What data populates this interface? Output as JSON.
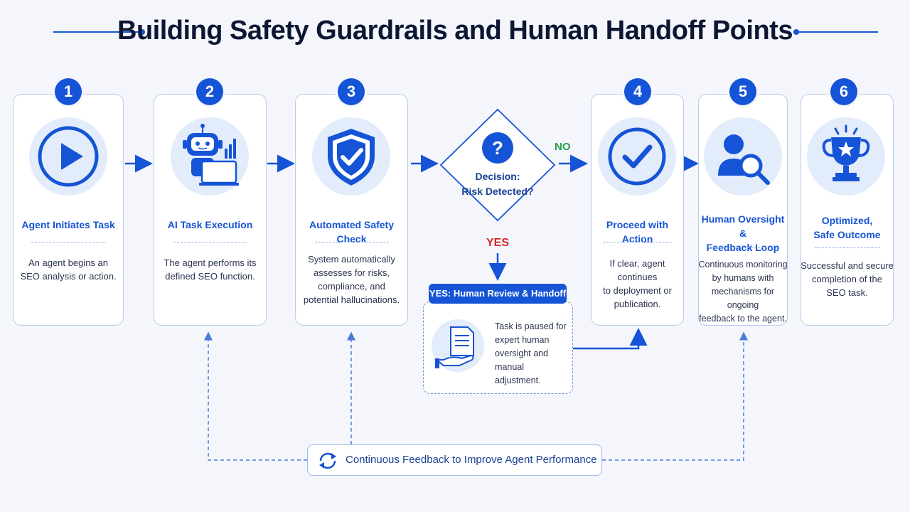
{
  "title": "Building Safety Guardrails and Human Handoff Points",
  "steps": [
    {
      "number": "1",
      "title": "Agent Initiates Task",
      "description": [
        "An agent begins an",
        "SEO analysis or action."
      ],
      "icon": "play-icon"
    },
    {
      "number": "2",
      "title": "AI Task Execution",
      "description": [
        "The agent performs its",
        "defined SEO function."
      ],
      "icon": "robot-laptop-icon"
    },
    {
      "number": "3",
      "title": "Automated Safety Check",
      "description": [
        "System automatically",
        "assesses for risks,",
        "compliance, and",
        "potential hallucinations."
      ],
      "icon": "shield-check-icon"
    },
    {
      "number": "4",
      "title": "Proceed with Action",
      "description": [
        "If clear, agent continues",
        "to deployment or",
        "publication."
      ],
      "icon": "checkmark-icon"
    },
    {
      "number": "5",
      "title": [
        "Human Oversight &",
        "Feedback Loop"
      ],
      "description": [
        "Continuous monitoring",
        "by humans with",
        "mechanisms for ongoing",
        "feedback to the agent."
      ],
      "icon": "person-magnifier-icon"
    },
    {
      "number": "6",
      "title": [
        "Optimized,",
        "Safe Outcome"
      ],
      "description": [
        "Successful and secure",
        "completion of the",
        "SEO task."
      ],
      "icon": "trophy-star-icon"
    }
  ],
  "decision": {
    "line1": "Decision:",
    "line2": "Risk Detected?",
    "icon": "question-icon"
  },
  "branch_no": "NO",
  "branch_yes": "YES",
  "handoff": {
    "header": "YES: Human Review & Handoff",
    "text": [
      "Task is paused for",
      "expert human",
      "oversight and",
      "manual adjustment."
    ],
    "icon": "document-hand-icon"
  },
  "feedback": {
    "label": "Continuous Feedback to Improve Agent Performance",
    "icon": "cycle-arrows-icon"
  },
  "colors": {
    "primary": "#1554d6",
    "light": "#e3ecfb",
    "yes": "#d62525",
    "no": "#23a04a",
    "background": "#f4f6fb"
  }
}
